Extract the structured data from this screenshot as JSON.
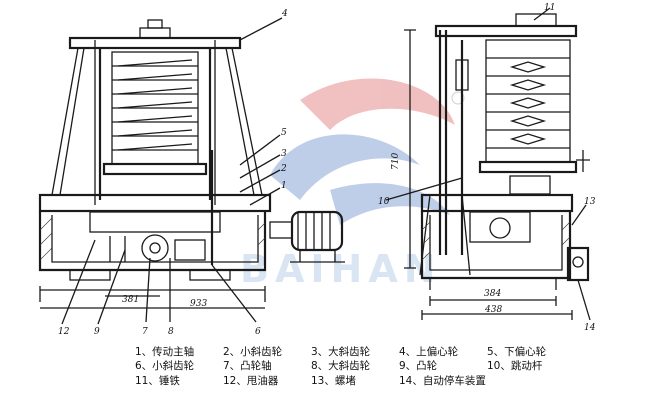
{
  "callouts_left": [
    "4",
    "5",
    "3",
    "2",
    "1",
    "12",
    "9",
    "7",
    "8",
    "6"
  ],
  "callouts_right": [
    "11",
    "10",
    "13",
    "14"
  ],
  "dimensions": {
    "left_overall_width": "933",
    "left_partial_width": "381",
    "right_height": "710",
    "right_base_width": "384",
    "right_overall_width": "438"
  },
  "watermark": "BAIHAN",
  "legend": [
    [
      "1、传动主轴",
      "2、小斜齿轮",
      "3、大斜齿轮",
      "4、上偏心轮",
      "5、下偏心轮"
    ],
    [
      "6、小斜齿轮",
      "7、凸轮轴",
      "8、大斜齿轮",
      "9、凸轮",
      "10、跳动杆"
    ],
    [
      "11、锤铁",
      "12、甩油器",
      "13、螺堵",
      "14、自动停车装置"
    ]
  ]
}
